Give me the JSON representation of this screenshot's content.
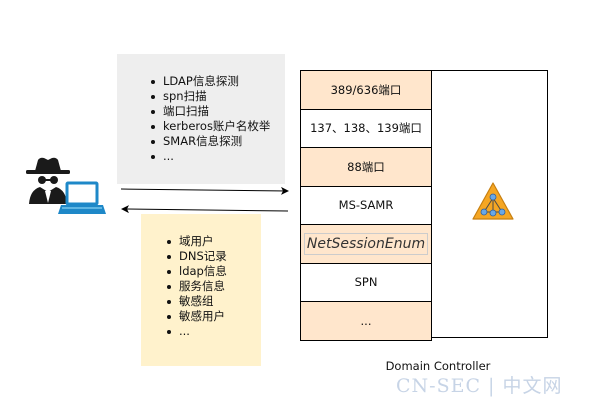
{
  "recon": {
    "items": [
      "LDAP信息探测",
      "spn扫描",
      "端口扫描",
      "kerberos账户名枚举",
      "SMAR信息探测",
      "..."
    ]
  },
  "results": {
    "items": [
      "域用户",
      "DNS记录",
      "ldap信息",
      "服务信息",
      "敏感组",
      "敏感用户",
      "..."
    ]
  },
  "domain_controller": {
    "label": "Domain Controller",
    "rows": [
      {
        "text": "389/636端口",
        "fill": "orange"
      },
      {
        "text": "137、138、139端口",
        "fill": "white"
      },
      {
        "text": "88端口",
        "fill": "orange"
      },
      {
        "text": "MS-SAMR",
        "fill": "white"
      },
      {
        "text": "NetSessionEnum",
        "fill": "orange",
        "italic": true
      },
      {
        "text": "SPN",
        "fill": "white"
      },
      {
        "text": "...",
        "fill": "orange"
      }
    ]
  },
  "colors": {
    "recon_bg": "#eeeeee",
    "result_bg": "#fff2cc",
    "port_orange": "#ffe6cc",
    "triangle_orange": "#f5a623",
    "laptop_blue": "#1e88c8"
  },
  "icons": {
    "attacker": "hacker-spy-icon",
    "workstation": "laptop-icon",
    "directory": "active-directory-triangle-icon"
  },
  "watermark": {
    "text": "CN-SEC | 中文网"
  }
}
